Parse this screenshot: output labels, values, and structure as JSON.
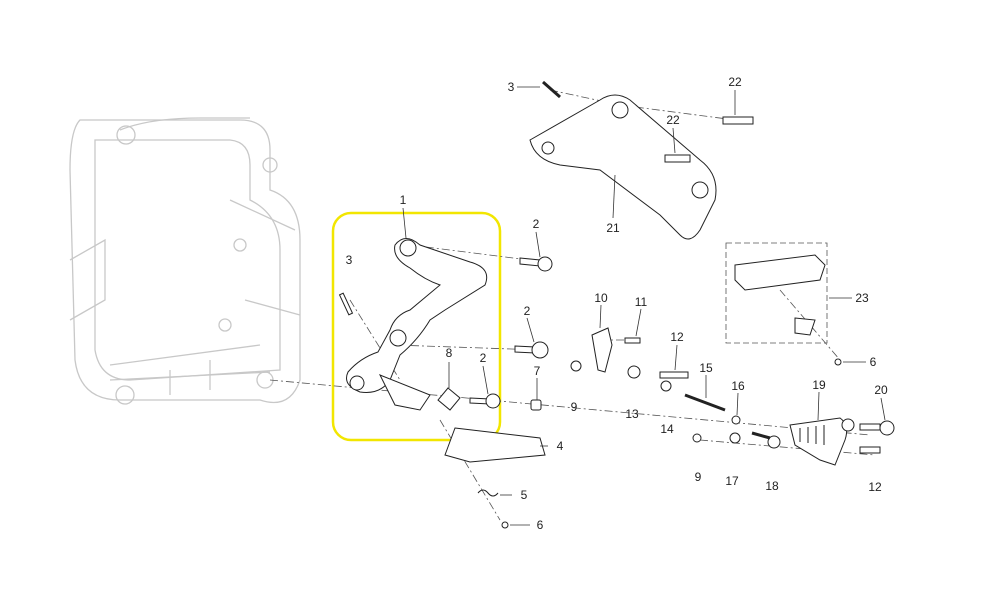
{
  "diagram": {
    "highlight_color": "#f2e600",
    "callouts": [
      {
        "id": "c1",
        "text": "1"
      },
      {
        "id": "c2a",
        "text": "2"
      },
      {
        "id": "c3a",
        "text": "3"
      },
      {
        "id": "c2b",
        "text": "2"
      },
      {
        "id": "c8",
        "text": "8"
      },
      {
        "id": "c2c",
        "text": "2"
      },
      {
        "id": "c7",
        "text": "7"
      },
      {
        "id": "c3b",
        "text": "3"
      },
      {
        "id": "c22a",
        "text": "22"
      },
      {
        "id": "c22b",
        "text": "22"
      },
      {
        "id": "c21",
        "text": "21"
      },
      {
        "id": "c10",
        "text": "10"
      },
      {
        "id": "c11",
        "text": "11"
      },
      {
        "id": "c12a",
        "text": "12"
      },
      {
        "id": "c15",
        "text": "15"
      },
      {
        "id": "c9a",
        "text": "9"
      },
      {
        "id": "c13",
        "text": "13"
      },
      {
        "id": "c14",
        "text": "14"
      },
      {
        "id": "c16",
        "text": "16"
      },
      {
        "id": "c19",
        "text": "19"
      },
      {
        "id": "c20",
        "text": "20"
      },
      {
        "id": "c23",
        "text": "23"
      },
      {
        "id": "c6a",
        "text": "6"
      },
      {
        "id": "c4",
        "text": "4"
      },
      {
        "id": "c9b",
        "text": "9"
      },
      {
        "id": "c17",
        "text": "17"
      },
      {
        "id": "c18",
        "text": "18"
      },
      {
        "id": "c12b",
        "text": "12"
      },
      {
        "id": "c5",
        "text": "5"
      },
      {
        "id": "c6b",
        "text": "6"
      }
    ]
  }
}
